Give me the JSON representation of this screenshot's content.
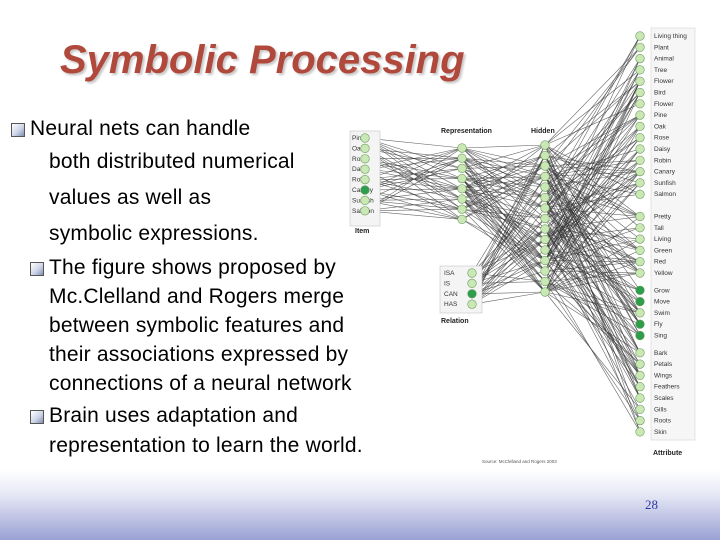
{
  "title": "Symbolic Processing",
  "bullets": [
    "Neural nets can handle",
    "both distributed numerical",
    "values as well as",
    "symbolic expressions.",
    "The figure shows proposed by",
    "Mc.Clelland and Rogers merge",
    "between symbolic features and",
    "their associations expressed by",
    "connections of a neural network",
    "Brain uses adaptation and",
    "representation to learn the world."
  ],
  "diagram": {
    "items": [
      "Pine",
      "Oak",
      "Rose",
      "Daisy",
      "Robin",
      "Canary",
      "Sunfish",
      "Salmon"
    ],
    "active_item": "Canary",
    "relations": [
      "ISA",
      "IS",
      "CAN",
      "HAS"
    ],
    "active_relation": "CAN",
    "attributes": [
      "Living thing",
      "Plant",
      "Animal",
      "Tree",
      "Flower",
      "Bird",
      "Flower",
      "Pine",
      "Oak",
      "Rose",
      "Daisy",
      "Robin",
      "Canary",
      "Sunfish",
      "Salmon",
      "Pretty",
      "Tall",
      "Living",
      "Green",
      "Red",
      "Yellow",
      "Grow",
      "Move",
      "Swim",
      "Fly",
      "Sing",
      "Bark",
      "Petals",
      "Wings",
      "Feathers",
      "Scales",
      "Gills",
      "Roots",
      "Skin"
    ],
    "active_attributes": [
      "Grow",
      "Move",
      "Fly",
      "Sing"
    ],
    "labels": {
      "item": "Item",
      "relation": "Relation",
      "representation": "Representation",
      "hidden": "Hidden",
      "attribute": "Attribute"
    },
    "source": "Source: McClelland and Rogers 2003"
  },
  "page_number": "28",
  "colors": {
    "title": "#b0483c",
    "node_fill": "#c9e8b5",
    "node_active": "#2e9e4e",
    "connection": "#333333",
    "page_number": "#2b3aa8"
  }
}
